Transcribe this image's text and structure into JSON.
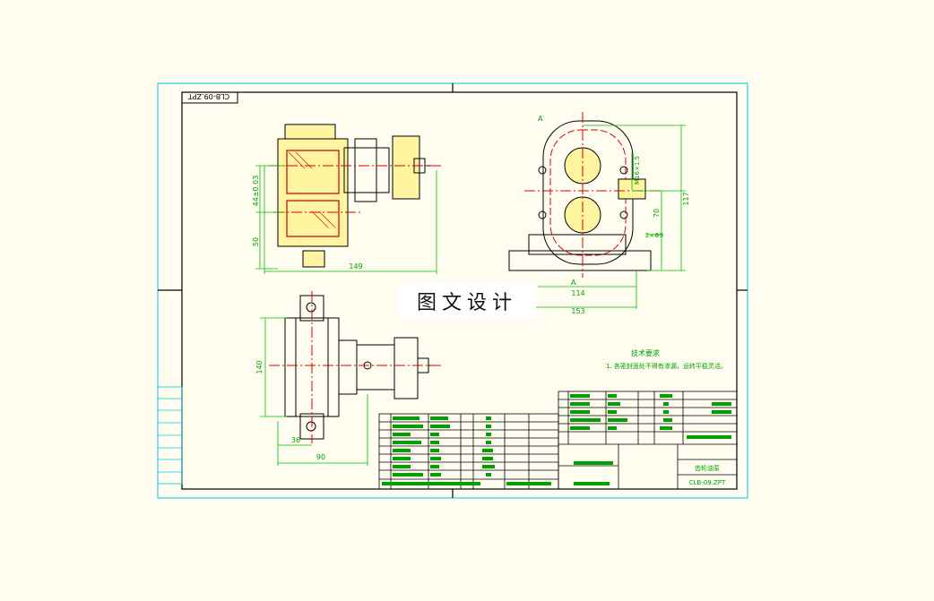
{
  "drawing": {
    "code_mirrored": "CLB-09.ZPT",
    "section_labels": [
      "A",
      "A"
    ],
    "dims_front": {
      "overall_length": "149",
      "d1": "50",
      "d2": "44±0.03"
    },
    "dims_side": {
      "d114": "114",
      "d153": "153",
      "d117": "117",
      "d70": "70",
      "thread": "M16×1.5",
      "holes": "2×Φ9"
    },
    "dims_plan": {
      "height": "140",
      "d36": "36",
      "d90": "90"
    },
    "tech_req_title": "技术要求",
    "tech_req_item": "1. 各密封面处不得有渗漏，运转平稳灵活。",
    "title_code": "CLB-09.ZPT",
    "title_name": "齿轮油泵",
    "watermark": "图文设计"
  }
}
